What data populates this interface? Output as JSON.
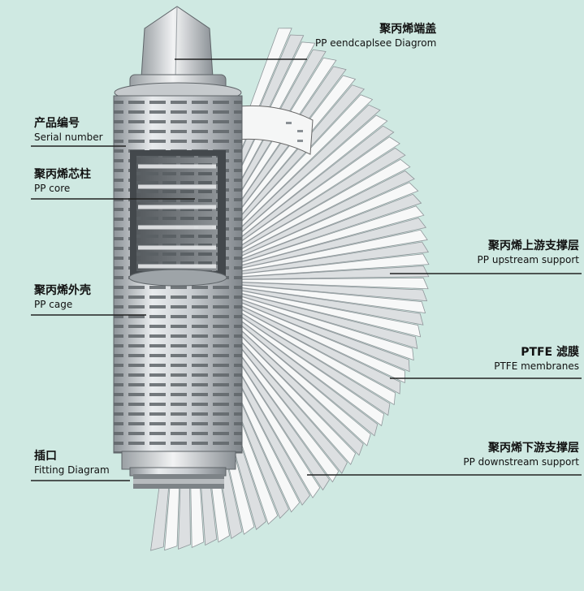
{
  "labels": {
    "endcap": {
      "cn": "聚丙烯端盖",
      "en": "PP eendcaplsee Diagrom"
    },
    "serial": {
      "cn": "产品编号",
      "en": "Serial number"
    },
    "core": {
      "cn": "聚丙烯芯柱",
      "en": "PP core"
    },
    "upstream": {
      "cn": "聚丙烯上游支撑层",
      "en": "PP upstream support"
    },
    "cage": {
      "cn": "聚丙烯外壳",
      "en": "PP cage"
    },
    "membrane": {
      "cn": "PTFE 滤膜",
      "en": "PTFE membranes"
    },
    "downstream": {
      "cn": "聚丙烯下游支撑层",
      "en": "PP downstream support"
    },
    "fitting": {
      "cn": "插口",
      "en": "Fitting Diagram"
    }
  }
}
